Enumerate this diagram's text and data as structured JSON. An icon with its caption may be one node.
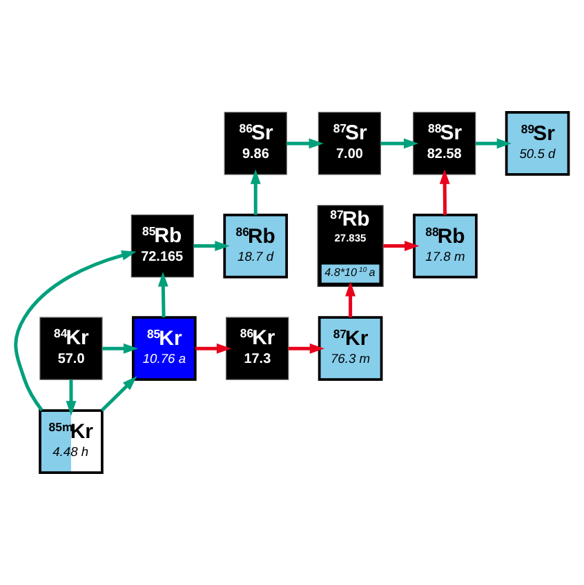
{
  "diagram": {
    "nodes": [
      {
        "text": [
          "$^{86}$Sr",
          "9.86"
        ]
      },
      {
        "text": [
          "$^{87}$Sr",
          "7.00"
        ]
      },
      {
        "text": [
          "$^{88}$Sr",
          "82.58"
        ]
      },
      {
        "text": [
          "$^{89}$Sr",
          "50.5 d"
        ]
      },
      {
        "text": [
          "$^{85}$Rb",
          "72.165"
        ]
      },
      {
        "text": [
          "$^{86}$Rb",
          "18.7 d"
        ]
      },
      {
        "text": [
          "$^{87}$Rb",
          "27.835",
          "4.8*10$^{10}$ a"
        ]
      },
      {
        "text": [
          "$^{88}$Rb",
          "17.8 m"
        ]
      },
      {
        "text": [
          "$^{85m}$Kr",
          "4.48 h"
        ]
      },
      {
        "text": [
          "$^{84}$Kr",
          "57.0"
        ]
      },
      {
        "text": [
          "$^{86}$Kr",
          "17.3"
        ]
      },
      {
        "text": [
          "$^{87}$Kr",
          "76.3 m"
        ]
      },
      {
        "text": [
          "$^{85}$Kr",
          "10.76 a"
        ]
      }
    ],
    "edges": [
      {
        "from": 0,
        "to": 1,
        "arrow": "to"
      },
      {
        "from": 1,
        "to": 2,
        "arrow": "to"
      },
      {
        "from": 2,
        "to": 3,
        "arrow": "to"
      },
      {
        "from": 5,
        "to": 0,
        "arrow": "to"
      },
      {
        "from": 4,
        "to": 5,
        "arrow": "to"
      },
      {
        "from": 7,
        "to": 2,
        "arrow": "to",
        "color": "#e8001c"
      },
      {
        "from": 6,
        "to": 7,
        "arrow": "to",
        "color": "#e8001c"
      },
      {
        "from": 11,
        "to": 6,
        "arrow": "to",
        "color": "#e8001c"
      },
      {
        "from": 8,
        "to": 4,
        "arrow": "to"
      },
      {
        "from": 12,
        "to": 4,
        "arrow": "to"
      },
      {
        "from": 9,
        "to": 8,
        "arrow": "to"
      },
      {
        "from": 9,
        "to": 12,
        "arrow": "to"
      },
      {
        "from": 8,
        "to": 12,
        "arrow": "to"
      },
      {
        "from": 12,
        "to": 10,
        "arrow": "to",
        "color": "#e8001c"
      },
      {
        "from": 10,
        "to": 11,
        "arrow": "to",
        "color": "#e8001c"
      }
    ]
  }
}
